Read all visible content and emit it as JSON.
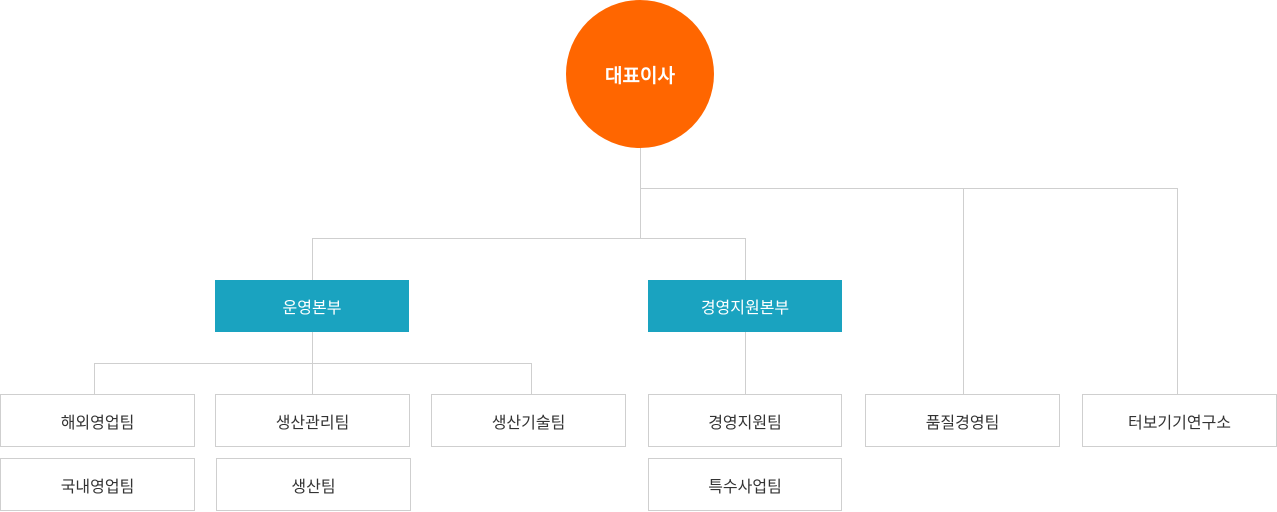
{
  "ceo": "대표이사",
  "divisions": {
    "operations": "운영본부",
    "management_support": "경영지원본부"
  },
  "teams": {
    "overseas_sales": "해외영업팀",
    "domestic_sales": "국내영업팀",
    "production_management": "생산관리팀",
    "production": "생산팀",
    "production_technology": "생산기술팀",
    "management_support": "경영지원팀",
    "special_business": "특수사업팀",
    "quality_management": "품질경영팀",
    "turbo_lab": "터보기기연구소"
  },
  "colors": {
    "ceo": "#ff6600",
    "division": "#1aa3c0",
    "connector": "#cfcfcf"
  }
}
